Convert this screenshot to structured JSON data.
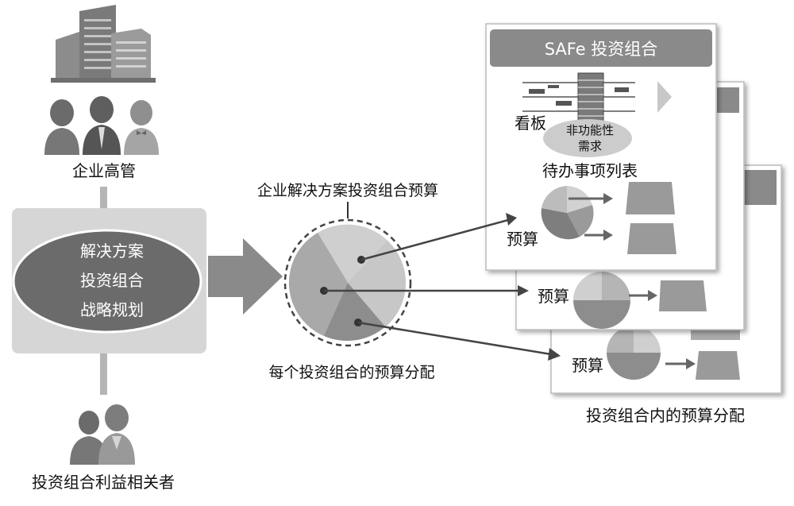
{
  "left": {
    "executives_label": "企业高管",
    "oval_lines": [
      "解决方案",
      "投资组合",
      "战略规划"
    ],
    "stakeholders_label": "投资组合利益相关者"
  },
  "center": {
    "top_label": "企业解决方案投资组合预算",
    "bottom_label": "每个投资组合的预算分配"
  },
  "portfolio": {
    "title": "SAFe 投资组合",
    "kanban_label": "看板",
    "nfr_label_line1": "非功能性",
    "nfr_label_line2": "需求",
    "backlog_label": "待办事项列表",
    "budget_label": "预算",
    "budget_label_2": "预算",
    "budget_label_3": "预算",
    "footer_label": "投资组合内的预算分配"
  },
  "colors": {
    "dark": "#6b6b6b",
    "mid": "#9a9a9a",
    "light": "#cfcfcf",
    "panel": "#d6d6d6",
    "card_title": "#8a8a8a"
  }
}
